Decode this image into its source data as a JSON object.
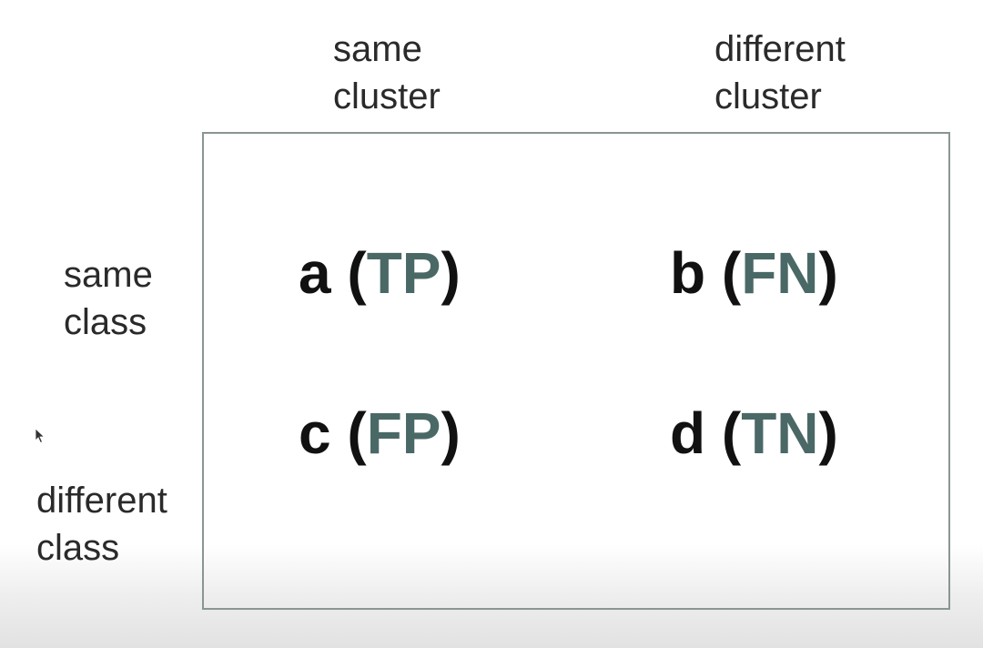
{
  "columns": {
    "same": {
      "line1": "same",
      "line2": "cluster"
    },
    "different": {
      "line1": "different",
      "line2": "cluster"
    }
  },
  "rows": {
    "same": {
      "line1": "same",
      "line2": "class"
    },
    "different": {
      "line1": "different",
      "line2": "class"
    }
  },
  "cells": {
    "a": {
      "letter": "a",
      "abbr": "TP"
    },
    "b": {
      "letter": "b",
      "abbr": "FN"
    },
    "c": {
      "letter": "c",
      "abbr": "FP"
    },
    "d": {
      "letter": "d",
      "abbr": "TN"
    }
  },
  "colors": {
    "abbr": "#4a6966",
    "border": "#8a9690"
  }
}
